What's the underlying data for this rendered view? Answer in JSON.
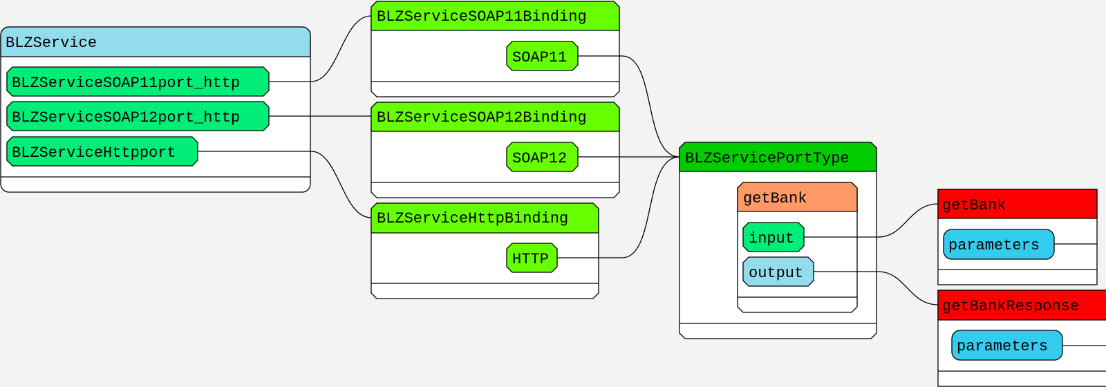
{
  "service": {
    "title": "BLZService",
    "ports": [
      "BLZServiceSOAP11port_http",
      "BLZServiceSOAP12port_http",
      "BLZServiceHttpport"
    ]
  },
  "bindings": [
    {
      "title": "BLZServiceSOAP11Binding",
      "tag": "SOAP11"
    },
    {
      "title": "BLZServiceSOAP12Binding",
      "tag": "SOAP12"
    },
    {
      "title": "BLZServiceHttpBinding",
      "tag": "HTTP"
    }
  ],
  "port_type": {
    "title": "BLZServicePortType",
    "operation": {
      "title": "getBank",
      "input": "input",
      "output": "output"
    }
  },
  "messages": [
    {
      "title": "getBank",
      "part": "parameters"
    },
    {
      "title": "getBankResponse",
      "part": "parameters"
    }
  ],
  "colors": {
    "background": "#f3f3f3",
    "service_header": "#92dcec",
    "port": "#00ee77",
    "binding_header": "#66ff00",
    "port_type_header": "#00cc00",
    "operation_header": "#ff9966",
    "input": "#00ee77",
    "output": "#92dcec",
    "message_header": "#ff0000",
    "part": "#33ccee"
  }
}
